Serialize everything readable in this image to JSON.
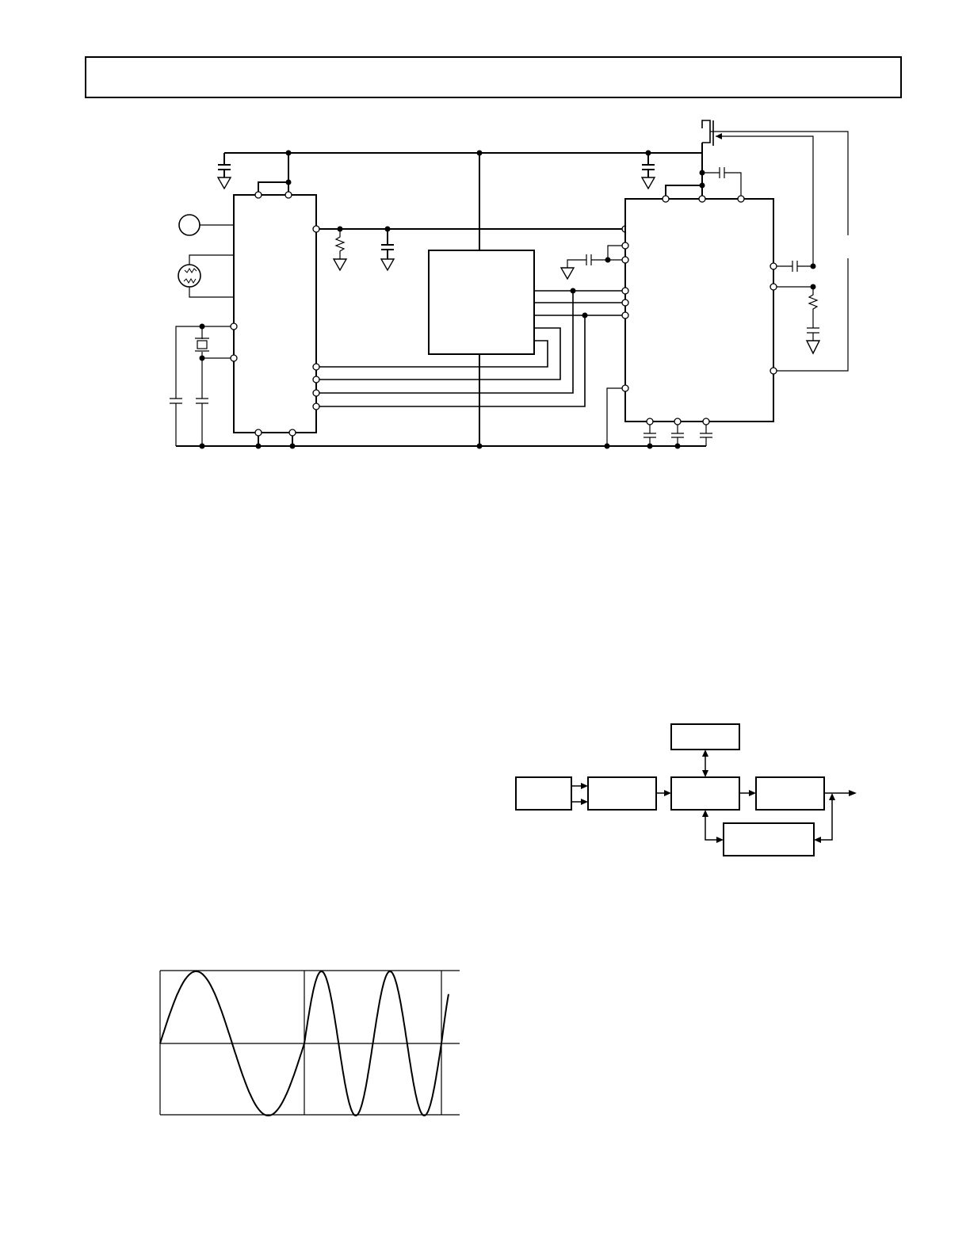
{
  "header": {
    "title": ""
  },
  "colors": {
    "ink": "#000000",
    "paper": "#ffffff"
  },
  "figures": {
    "schematic": {
      "name": "application-circuit-schematic"
    },
    "block_diagram": {
      "name": "functional-block-diagram",
      "blocks": [
        {
          "id": "top",
          "label": ""
        },
        {
          "id": "input",
          "label": ""
        },
        {
          "id": "stage2",
          "label": ""
        },
        {
          "id": "center",
          "label": ""
        },
        {
          "id": "output",
          "label": ""
        },
        {
          "id": "feedback",
          "label": ""
        }
      ]
    },
    "waveform": {
      "name": "output-waveform-plot"
    }
  }
}
